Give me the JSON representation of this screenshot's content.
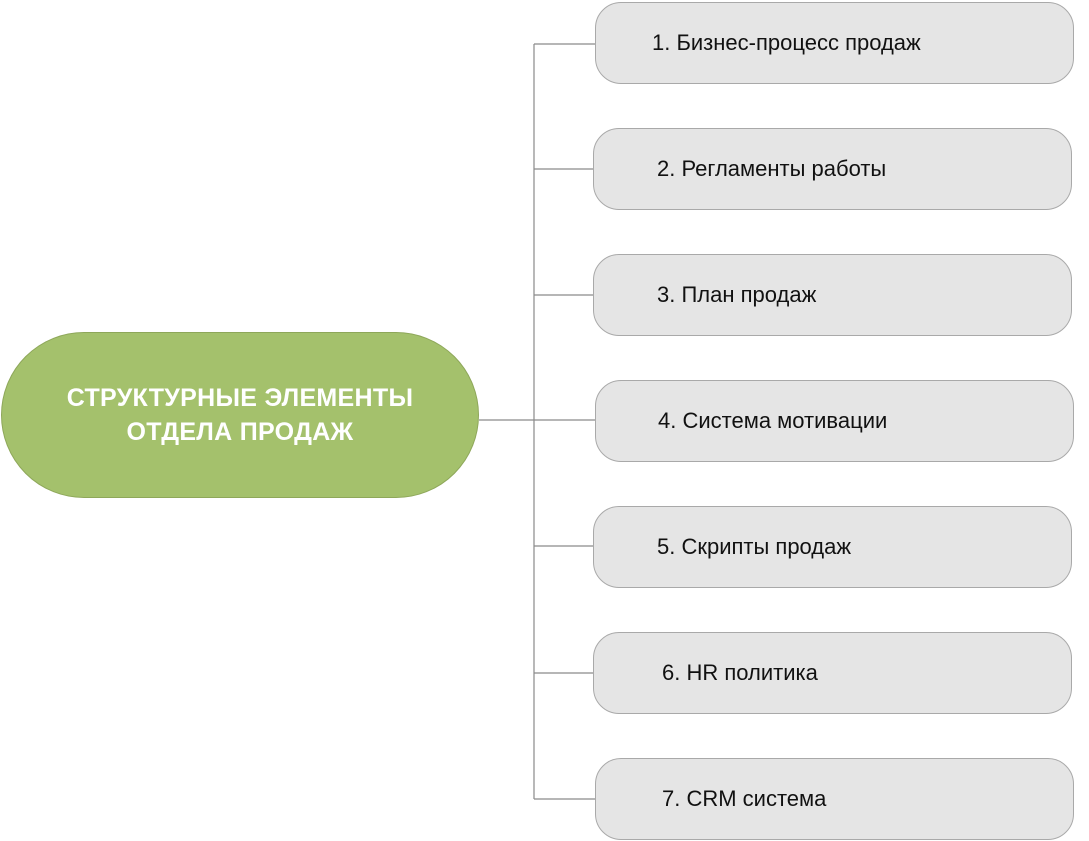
{
  "diagram": {
    "root": {
      "lines": [
        "СТРУКТУРНЫЕ ЭЛЕМЕНТЫ",
        "ОТДЕЛА ПРОДАЖ"
      ],
      "fill_color": "#a4c16c",
      "text_color": "#ffffff"
    },
    "branches": [
      {
        "label": "1. Бизнес-процесс продаж"
      },
      {
        "label": "2. Регламенты работы"
      },
      {
        "label": "3. План продаж"
      },
      {
        "label": "4. Система мотивации"
      },
      {
        "label": "5. Скрипты продаж"
      },
      {
        "label": "6. HR политика"
      },
      {
        "label": "7. CRM  система"
      }
    ],
    "branch_fill_color": "#e5e5e5",
    "connector_color": "#8a8a8a"
  }
}
